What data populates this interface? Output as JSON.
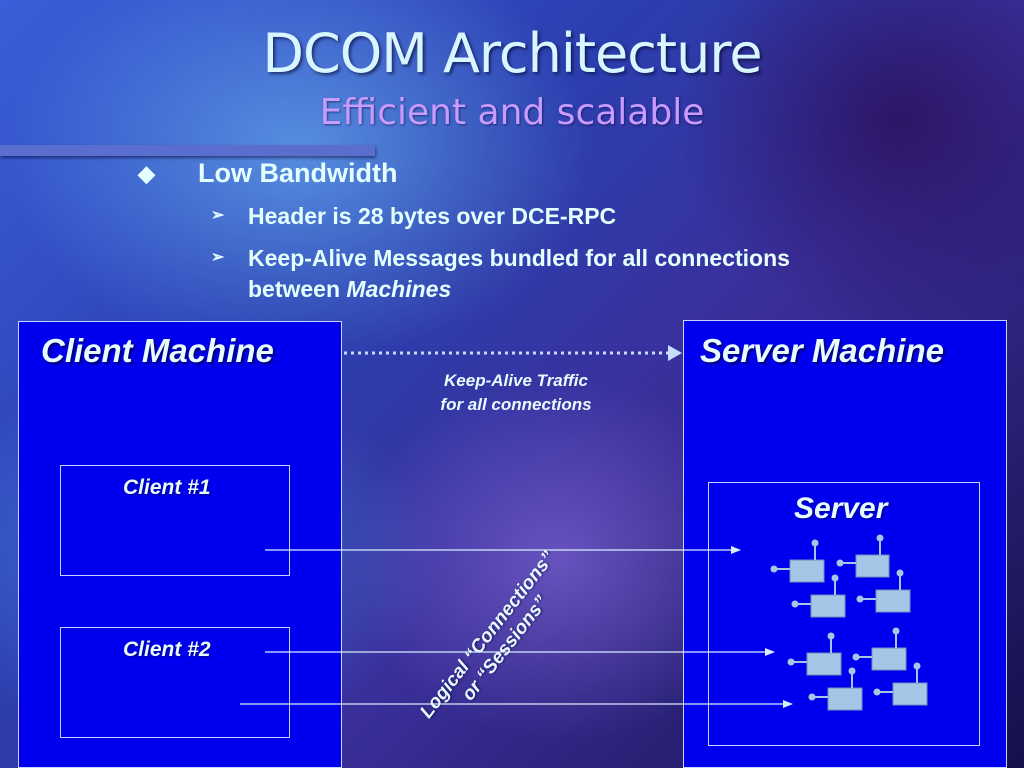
{
  "slide": {
    "title": "DCOM Architecture",
    "subtitle": "Efficient and scalable"
  },
  "bullets": {
    "main": {
      "marker": "diamond",
      "text": "Low Bandwidth"
    },
    "sub1": {
      "marker": "arrowhead",
      "text": "Header is 28 bytes over DCE-RPC"
    },
    "sub2": {
      "marker": "arrowhead",
      "line1": "Keep-Alive Messages bundled for all connections",
      "line2_prefix": "between ",
      "line2_italic": "Machines"
    }
  },
  "diagram": {
    "client_machine": "Client Machine",
    "server_machine": "Server Machine",
    "client1": "Client #1",
    "client2": "Client #2",
    "server": "Server",
    "keepalive_line1": "Keep-Alive Traffic",
    "keepalive_line2": "for all connections",
    "logical_line1": "Logical “Connections”",
    "logical_line2": "or “Sessions”"
  },
  "colors": {
    "title": "#d8f6ff",
    "subtitle": "#c99aff",
    "box_fill": "#0000ee",
    "object_fill": "#a6c6e8"
  },
  "icons": [
    "diamond-bullet-icon",
    "arrowhead-bullet-icon",
    "com-object-icon"
  ]
}
